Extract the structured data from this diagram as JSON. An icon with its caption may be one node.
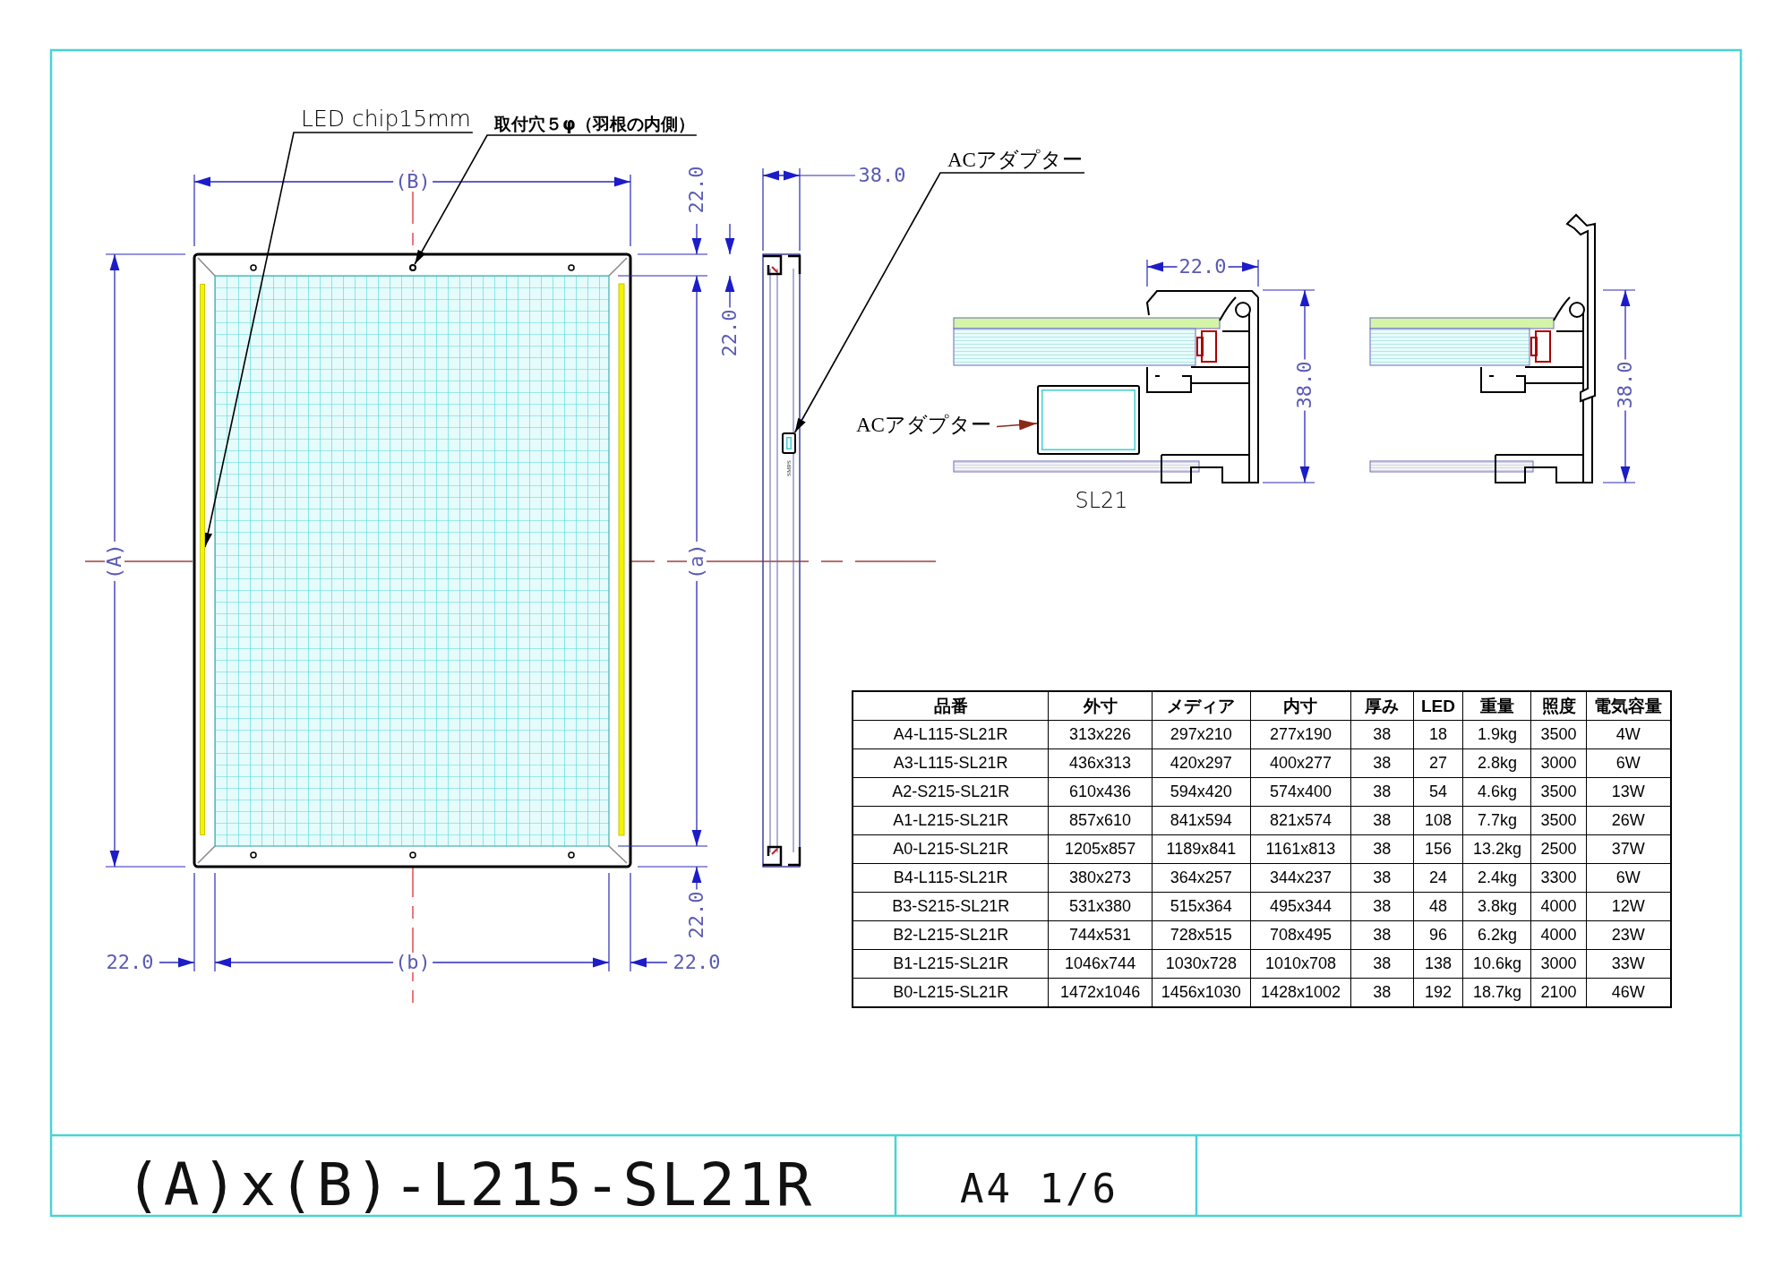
{
  "diagram": {
    "nodes": [
      {
        "text": [
          "LED chip15mm"
        ]
      },
      {
        "text": [],
        "shape": "bar"
      },
      {
        "text": [
          "取付穴５φ（羽根の内側）"
        ]
      },
      {
        "text": [],
        "shape": "circle"
      },
      {
        "text": [
          "ACアダプター"
        ]
      },
      {
        "text": [],
        "shape": "box"
      },
      {
        "text": [
          "ACアダプター"
        ]
      },
      {
        "text": [],
        "shape": "box"
      }
    ],
    "edges": [
      {
        "from": 0,
        "to": 1,
        "arrow": "to"
      },
      {
        "from": 2,
        "to": 3,
        "arrow": "to"
      },
      {
        "from": 4,
        "to": 5,
        "arrow": "to"
      },
      {
        "from": 6,
        "to": 7,
        "arrow": "to",
        "color": "#8b2a1a"
      }
    ],
    "labels": [
      "(B)",
      "22.0",
      "38.0",
      "22.0",
      "22.0",
      "38.0",
      "38.0",
      "SMPS",
      "SL21",
      "(A)",
      "(a)",
      "22.0",
      "22.0",
      "(b)",
      "22.0",
      "品番",
      "外寸",
      "メディア",
      "内寸",
      "厚み",
      "LED",
      "重量",
      "照度",
      "電気容量",
      "A4-L115-SL21R",
      "313x226",
      "297x210",
      "277x190",
      "38",
      "18",
      "1.9kg",
      "3500",
      "4W",
      "A3-L115-SL21R",
      "436x313",
      "420x297",
      "400x277",
      "38",
      "27",
      "2.8kg",
      "3000",
      "6W",
      "A2-S215-SL21R",
      "610x436",
      "594x420",
      "574x400",
      "38",
      "54",
      "4.6kg",
      "3500",
      "13W",
      "A1-L215-SL21R",
      "857x610",
      "841x594",
      "821x574",
      "38",
      "108",
      "7.7kg",
      "3500",
      "26W",
      "A0-L215-SL21R",
      "1205x857",
      "1189x841",
      "1161x813",
      "38",
      "156",
      "13.2kg",
      "2500",
      "37W",
      "B4-L115-SL21R",
      "380x273",
      "364x257",
      "344x237",
      "38",
      "24",
      "2.4kg",
      "3300",
      "6W",
      "B3-S215-SL21R",
      "531x380",
      "515x364",
      "495x344",
      "38",
      "48",
      "3.8kg",
      "4000",
      "12W",
      "B2-L215-SL21R",
      "744x531",
      "728x515",
      "708x495",
      "38",
      "96",
      "6.2kg",
      "4000",
      "23W",
      "B1-L215-SL21R",
      "1046x744",
      "1030x728",
      "1010x708",
      "38",
      "138",
      "10.6kg",
      "3000",
      "33W",
      "B0-L215-SL21R",
      "1472x1046",
      "1456x1030",
      "1428x1002",
      "38",
      "192",
      "18.7kg",
      "2100",
      "46W",
      "(A)x(B)-L215-SL21R",
      "A4 1/6"
    ]
  }
}
